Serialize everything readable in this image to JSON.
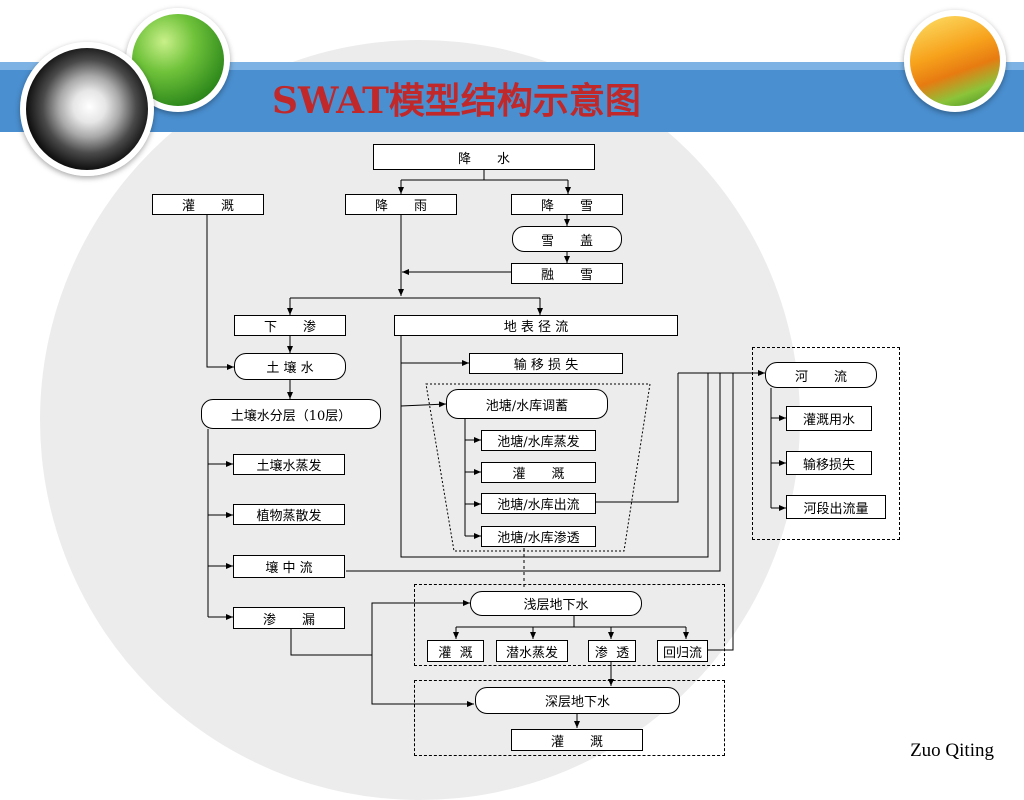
{
  "title": "SWAT模型结构示意图",
  "credit": "Zuo Qiting",
  "nodes": {
    "precip": "降　　水",
    "irrigation_top": "灌　　溉",
    "rain": "降　　雨",
    "snow": "降　　雪",
    "snow_cover": "雪　　盖",
    "snowmelt": "融　　雪",
    "infiltration": "下　　渗",
    "surface_runoff": "地 表 径 流",
    "soil_water": "土 壤 水",
    "transmission_loss": "输 移 损 失",
    "soil_layers": "土壤水分层（10层）",
    "pond_reservoir": "池塘/水库调蓄",
    "soil_evap": "土壤水蒸发",
    "pond_evap": "池塘/水库蒸发",
    "plant_transp": "植物蒸散发",
    "pond_irrigation": "灌　　溉",
    "pond_outflow": "池塘/水库出流",
    "pond_seepage": "池塘/水库渗透",
    "lateral_flow": "壤 中 流",
    "percolation": "渗　　漏",
    "river": "河　　流",
    "river_irrigation": "灌溉用水",
    "river_loss": "输移损失",
    "reach_outflow": "河段出流量",
    "shallow_gw": "浅层地下水",
    "gw_irrigation": "灌  溉",
    "gw_evap": "潜水蒸发",
    "gw_seepage": "渗  透",
    "return_flow": "回归流",
    "deep_gw": "深层地下水",
    "deep_irrigation": "灌　　溉"
  }
}
